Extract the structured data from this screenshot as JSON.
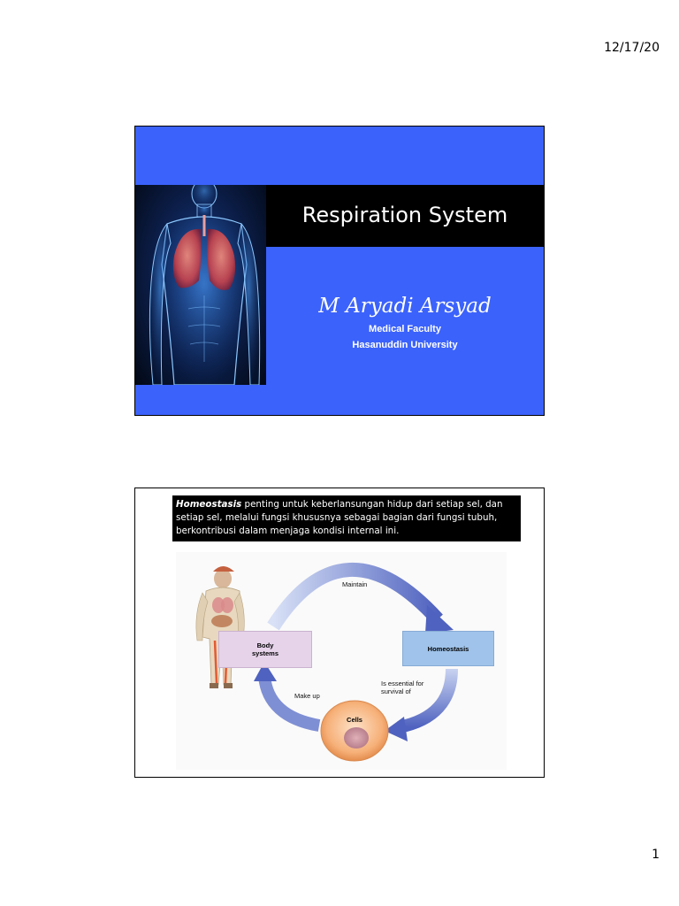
{
  "header": {
    "date": "12/17/20"
  },
  "footer": {
    "page_number": "1"
  },
  "slide1": {
    "title": "Respiration System",
    "author": "M Aryadi Arsyad",
    "affiliation_line1": "Medical Faculty",
    "affiliation_line2": "Hasanuddin University"
  },
  "slide2": {
    "caption_term": "Homeostasis",
    "caption_rest": " penting untuk keberlansungan hidup dari setiap sel, dan setiap sel, melalui fungsi khususnya sebagai bagian dari fungsi tubuh, berkontribusi dalam menjaga kondisi internal ini.",
    "diagram": {
      "maintain": "Maintain",
      "body_systems_line1": "Body",
      "body_systems_line2": "systems",
      "homeostasis": "Homeostasis",
      "essential_line1": "Is essential for",
      "essential_line2": "survival of",
      "make_up": "Make up",
      "cells": "Cells"
    }
  },
  "colors": {
    "slide1_background": "#3b62fb",
    "title_band": "#000000",
    "body_systems_box": "#e6d3ea",
    "homeostasis_box": "#9fc3ea",
    "cycle_arrow": "#5a6fc4"
  }
}
